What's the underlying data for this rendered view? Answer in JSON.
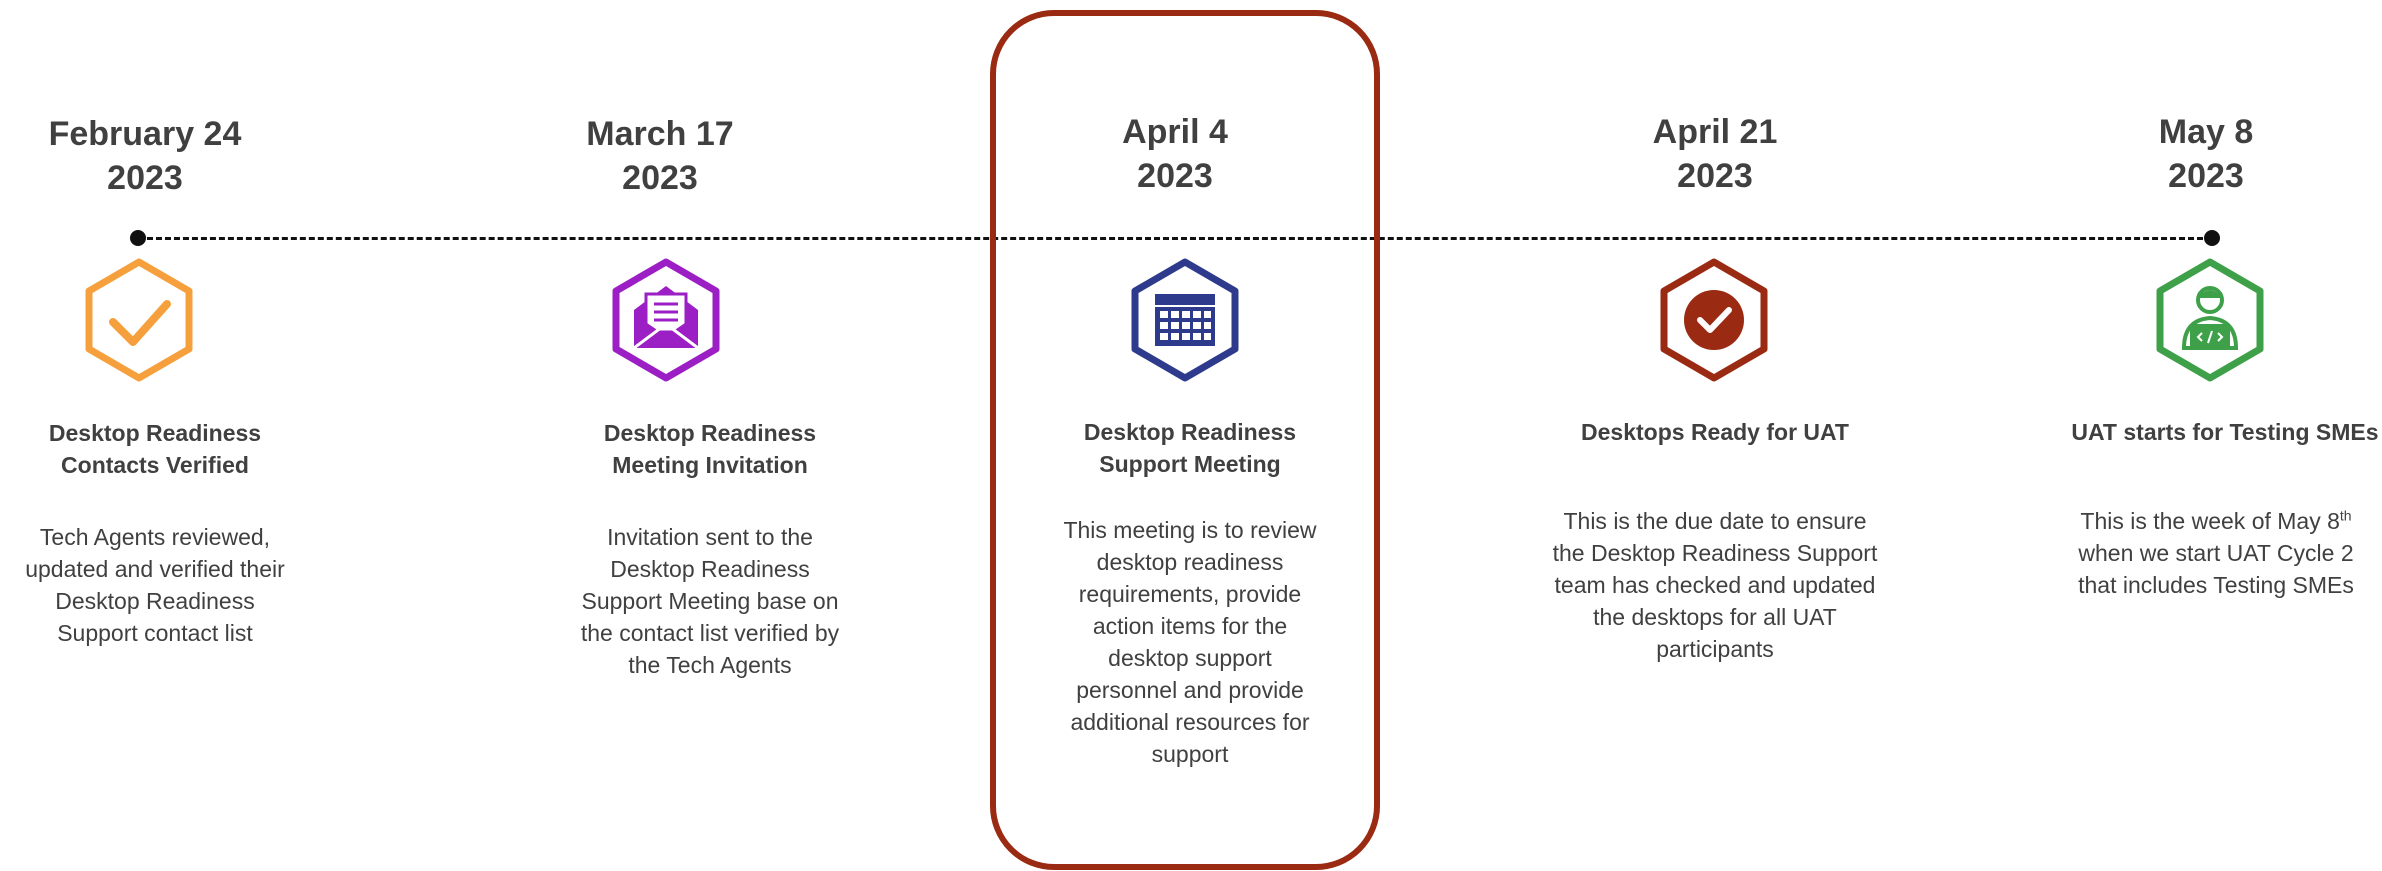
{
  "milestones": [
    {
      "date_line1": "February 24",
      "date_line2": "2023",
      "icon": "checkmark-hexagon-icon",
      "color": "#f5a03c",
      "title_lines": [
        "Desktop Readiness",
        "Contacts Verified"
      ],
      "desc_lines": [
        "Tech Agents reviewed,",
        "updated and verified their",
        "Desktop Readiness",
        "Support contact list"
      ]
    },
    {
      "date_line1": "March 17",
      "date_line2": "2023",
      "icon": "envelope-hexagon-icon",
      "color": "#9b1fc4",
      "title_lines": [
        "Desktop Readiness",
        "Meeting Invitation"
      ],
      "desc_lines": [
        "Invitation sent to the",
        "Desktop Readiness",
        "Support Meeting base on",
        "the contact list verified by",
        "the Tech Agents"
      ]
    },
    {
      "date_line1": "April 4",
      "date_line2": "2023",
      "icon": "calendar-hexagon-icon",
      "color": "#2e3a8c",
      "title_lines": [
        "Desktop Readiness",
        "Support Meeting"
      ],
      "desc_lines": [
        "This meeting is to review",
        "desktop readiness",
        "requirements, provide",
        "action items for the",
        "desktop support",
        "personnel and provide",
        "additional resources for",
        "support"
      ]
    },
    {
      "date_line1": "April 21",
      "date_line2": "2023",
      "icon": "check-circle-hexagon-icon",
      "color": "#9a2a12",
      "title_lines": [
        "Desktops Ready for UAT"
      ],
      "desc_lines": [
        "This is the due date to ensure",
        "the Desktop Readiness Support",
        "team has checked and updated",
        "the desktops for all UAT",
        "participants"
      ]
    },
    {
      "date_line1": "May 8",
      "date_line2": "2023",
      "icon": "developer-hexagon-icon",
      "color": "#3ea14a",
      "title_lines": [
        "UAT starts for Testing SMEs"
      ],
      "desc_line1_main": "This is the week of May 8",
      "desc_line1_sup": "th",
      "desc_lines": [
        "when we start UAT Cycle 2",
        "that includes Testing SMEs"
      ]
    }
  ],
  "highlight_color": "#9a2a12"
}
